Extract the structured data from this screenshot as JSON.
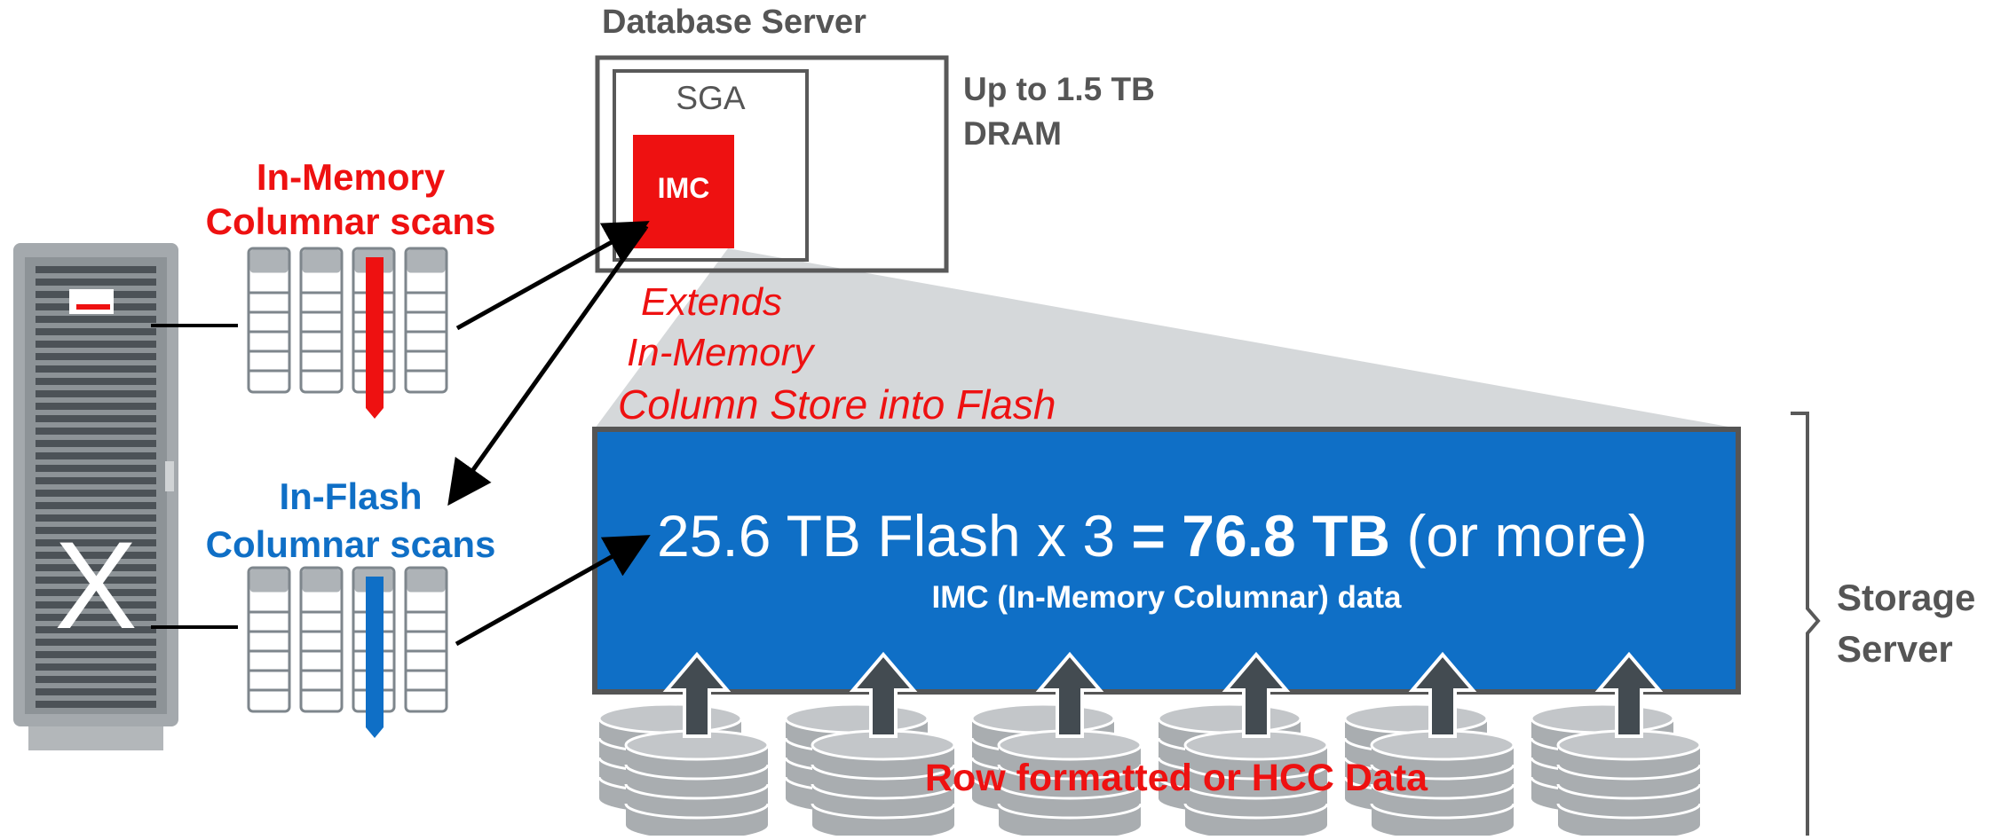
{
  "db_server": {
    "title": "Database Server",
    "sga_label": "SGA",
    "imc_label": "IMC",
    "dram_label_line1": "Up to 1.5 TB",
    "dram_label_line2": "DRAM"
  },
  "in_memory": {
    "label_line1": "In-Memory",
    "label_line2": "Columnar scans"
  },
  "in_flash": {
    "label_line1": "In-Flash",
    "label_line2": "Columnar scans"
  },
  "extends": {
    "line1": "Extends",
    "line2": "In-Memory",
    "line3": "Column Store into Flash"
  },
  "flash_box": {
    "prefix": "25.6 TB Flash x 3 ",
    "equals": "=",
    "total": "76.8 TB",
    "suffix": "(or more)",
    "subtitle": "IMC (In-Memory Columnar) data"
  },
  "storage": {
    "label_line1": "Storage",
    "label_line2": "Server",
    "data_label": "Row formatted or HCC Data"
  },
  "colors": {
    "red": "#ee1111",
    "blue": "#0f6fc6",
    "gray_text": "#555555",
    "disk_gray": "#a9adb0",
    "arrow_dark": "#434b51"
  }
}
